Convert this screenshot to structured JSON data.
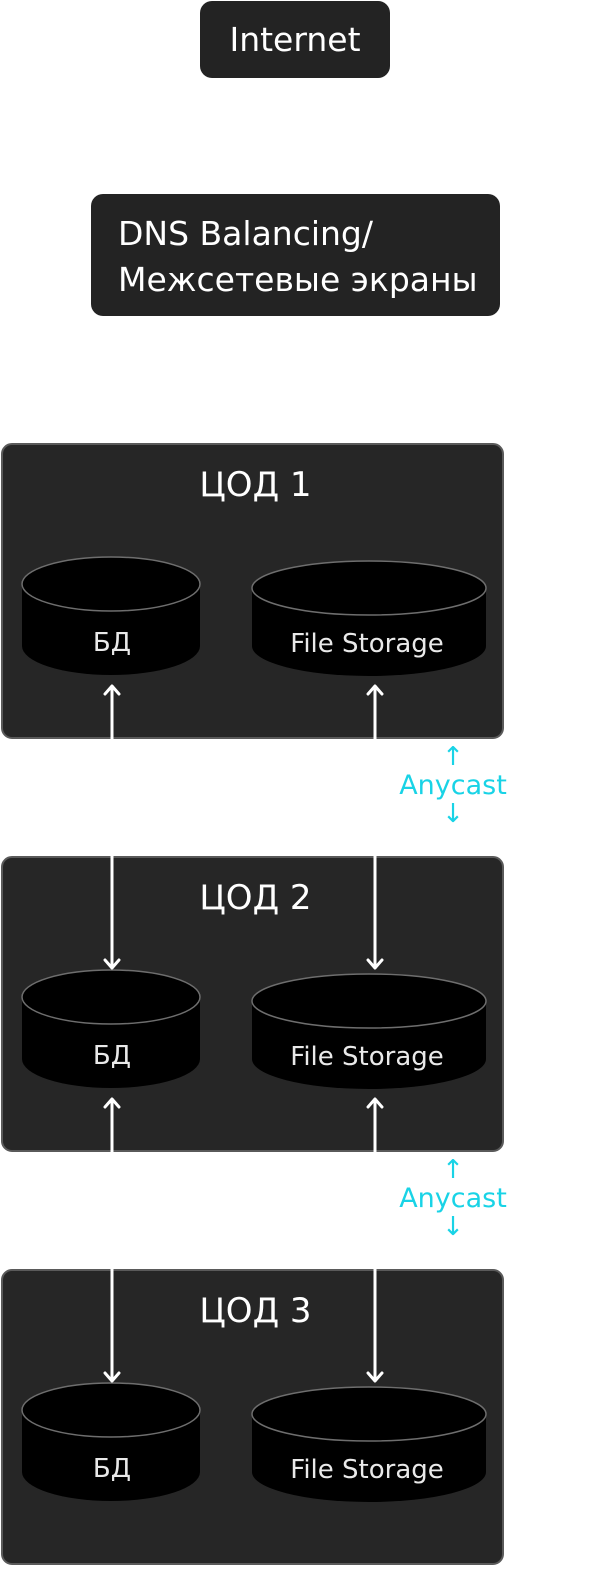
{
  "internet": {
    "label": "Internet"
  },
  "dns": {
    "line1": "DNS Balancing/",
    "line2": "Межсетевые экраны"
  },
  "datacenters": [
    {
      "title": "ЦОД 1",
      "db_label": "БД",
      "storage_label": "File Storage"
    },
    {
      "title": "ЦОД 2",
      "db_label": "БД",
      "storage_label": "File Storage"
    },
    {
      "title": "ЦОД 3",
      "db_label": "БД",
      "storage_label": "File Storage"
    }
  ],
  "anycast": [
    {
      "label": "Anycast",
      "up": "↑",
      "down": "↓"
    },
    {
      "label": "Anycast",
      "up": "↑",
      "down": "↓"
    }
  ],
  "colors": {
    "box": "#262626",
    "border": "#5a5a5a",
    "cylinder": "#000000",
    "accent": "#19d3e6",
    "arrow": "#ffffff"
  }
}
